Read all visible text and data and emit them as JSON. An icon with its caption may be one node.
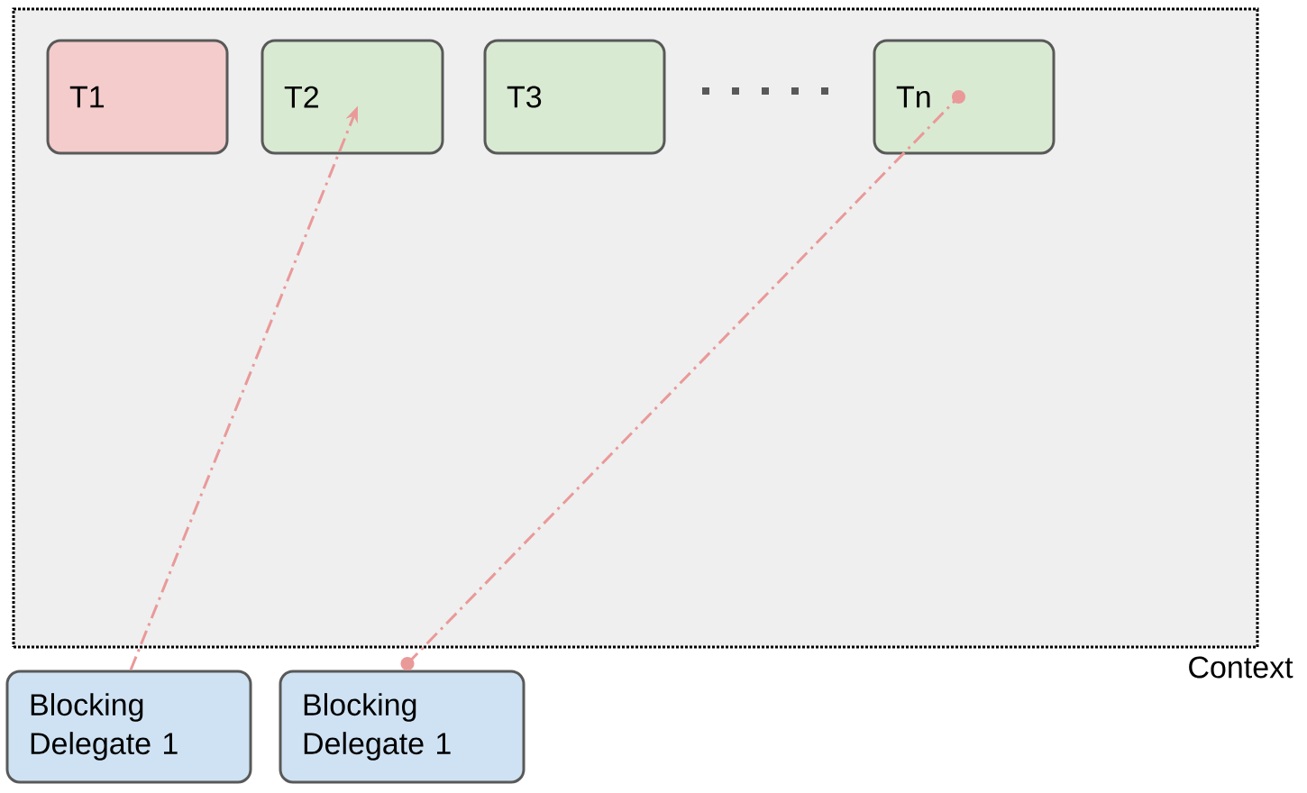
{
  "diagram": {
    "nodes": [
      {
        "text": [
          "Context"
        ]
      },
      {
        "text": [
          "T1"
        ],
        "in": 0
      },
      {
        "text": [
          "T2"
        ],
        "in": 0
      },
      {
        "text": [
          "T3"
        ],
        "in": 0
      },
      {
        "text": [
          "Tn"
        ],
        "in": 0
      },
      {
        "text": [
          "Blocking Delegate 1"
        ]
      },
      {
        "text": [
          "Blocking Delegate 1"
        ]
      }
    ],
    "edges": [
      {
        "from": 5,
        "to": 2,
        "arrow": "to",
        "style": "dashed"
      },
      {
        "from": 6,
        "to": 4,
        "arrow": "other",
        "style": "dashed"
      }
    ]
  }
}
